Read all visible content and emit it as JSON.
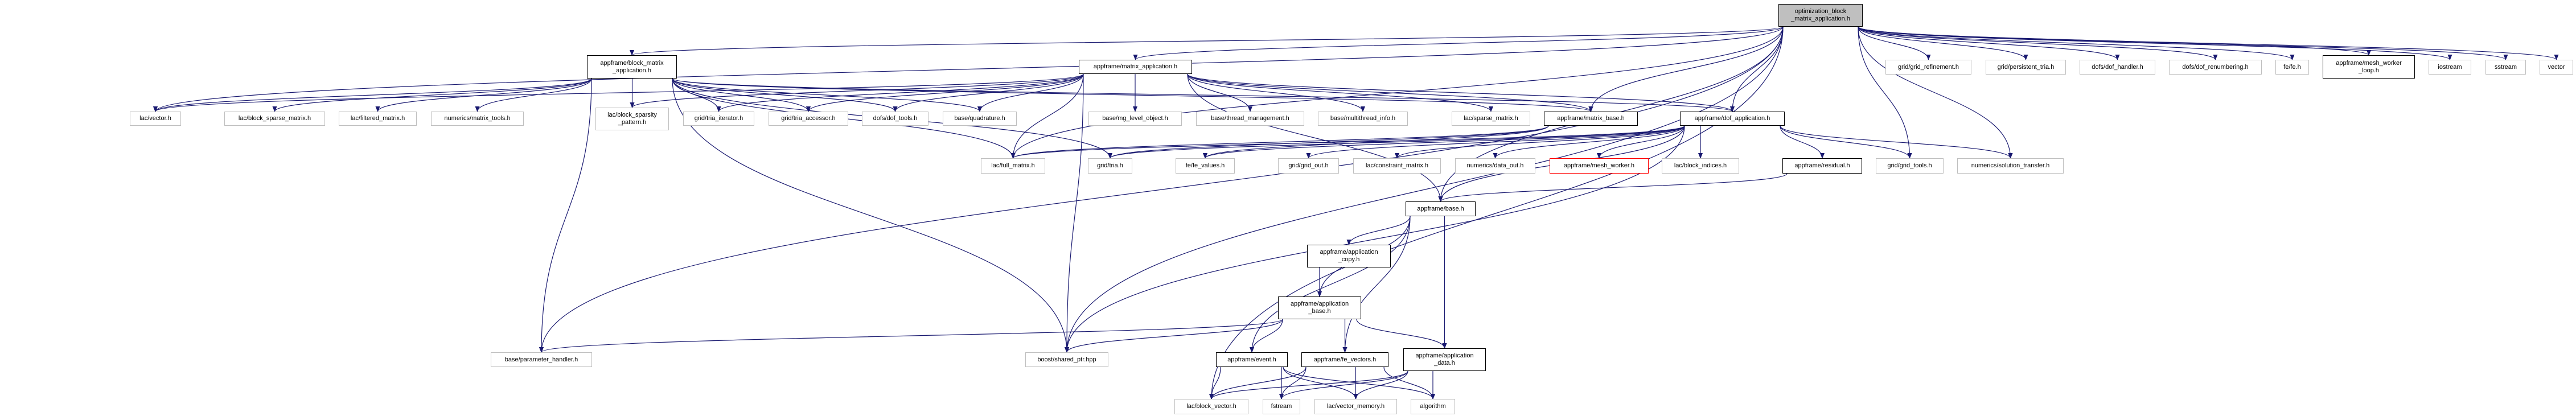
{
  "graph": {
    "edge_color": "#191970",
    "nodes": [
      {
        "id": "root",
        "label": "optimization_block\n_matrix_application.h",
        "style": "root"
      },
      {
        "id": "bma",
        "label": "appframe/block_matrix\n_application.h",
        "style": "doc"
      },
      {
        "id": "ma",
        "label": "appframe/matrix_application.h",
        "style": "doc"
      },
      {
        "id": "mwl",
        "label": "appframe/mesh_worker\n_loop.h",
        "style": "doc"
      },
      {
        "id": "gref",
        "label": "grid/grid_refinement.h",
        "style": "plain"
      },
      {
        "id": "ptria",
        "label": "grid/persistent_tria.h",
        "style": "plain"
      },
      {
        "id": "dh",
        "label": "dofs/dof_handler.h",
        "style": "plain"
      },
      {
        "id": "dr",
        "label": "dofs/dof_renumbering.h",
        "style": "plain"
      },
      {
        "id": "fe",
        "label": "fe/fe.h",
        "style": "plain"
      },
      {
        "id": "ios",
        "label": "iostream",
        "style": "plain"
      },
      {
        "id": "ss",
        "label": "sstream",
        "style": "plain"
      },
      {
        "id": "vec",
        "label": "vector",
        "style": "plain"
      },
      {
        "id": "lvec",
        "label": "lac/vector.h",
        "style": "plain"
      },
      {
        "id": "bsm",
        "label": "lac/block_sparse_matrix.h",
        "style": "plain"
      },
      {
        "id": "fm",
        "label": "lac/filtered_matrix.h",
        "style": "plain"
      },
      {
        "id": "mt",
        "label": "numerics/matrix_tools.h",
        "style": "plain"
      },
      {
        "id": "bsp",
        "label": "lac/block_sparsity\n_pattern.h",
        "style": "plain"
      },
      {
        "id": "ti",
        "label": "grid/tria_iterator.h",
        "style": "plain"
      },
      {
        "id": "ta",
        "label": "grid/tria_accessor.h",
        "style": "plain"
      },
      {
        "id": "dt",
        "label": "dofs/dof_tools.h",
        "style": "plain"
      },
      {
        "id": "q",
        "label": "base/quadrature.h",
        "style": "plain"
      },
      {
        "id": "mg",
        "label": "base/mg_level_object.h",
        "style": "plain"
      },
      {
        "id": "tm",
        "label": "base/thread_management.h",
        "style": "plain"
      },
      {
        "id": "mti",
        "label": "base/multithread_info.h",
        "style": "plain"
      },
      {
        "id": "sm",
        "label": "lac/sparse_matrix.h",
        "style": "plain"
      },
      {
        "id": "mb",
        "label": "appframe/matrix_base.h",
        "style": "doc"
      },
      {
        "id": "da",
        "label": "appframe/dof_application.h",
        "style": "doc"
      },
      {
        "id": "full",
        "label": "lac/full_matrix.h",
        "style": "plain"
      },
      {
        "id": "tria",
        "label": "grid/tria.h",
        "style": "plain"
      },
      {
        "id": "fev",
        "label": "fe/fe_values.h",
        "style": "plain"
      },
      {
        "id": "go",
        "label": "grid/grid_out.h",
        "style": "plain"
      },
      {
        "id": "cm",
        "label": "lac/constraint_matrix.h",
        "style": "plain"
      },
      {
        "id": "dout",
        "label": "numerics/data_out.h",
        "style": "plain"
      },
      {
        "id": "mw",
        "label": "appframe/mesh_worker.h",
        "style": "missing"
      },
      {
        "id": "bi",
        "label": "lac/block_indices.h",
        "style": "plain"
      },
      {
        "id": "res",
        "label": "appframe/residual.h",
        "style": "doc"
      },
      {
        "id": "gt",
        "label": "grid/grid_tools.h",
        "style": "plain"
      },
      {
        "id": "st",
        "label": "numerics/solution_transfer.h",
        "style": "plain"
      },
      {
        "id": "base",
        "label": "appframe/base.h",
        "style": "doc"
      },
      {
        "id": "acopy",
        "label": "appframe/application\n_copy.h",
        "style": "doc"
      },
      {
        "id": "abase",
        "label": "appframe/application\n_base.h",
        "style": "doc"
      },
      {
        "id": "ph",
        "label": "base/parameter_handler.h",
        "style": "plain"
      },
      {
        "id": "sp",
        "label": "boost/shared_ptr.hpp",
        "style": "plain"
      },
      {
        "id": "ev",
        "label": "appframe/event.h",
        "style": "doc"
      },
      {
        "id": "fv",
        "label": "appframe/fe_vectors.h",
        "style": "doc"
      },
      {
        "id": "ad",
        "label": "appframe/application\n_data.h",
        "style": "doc"
      },
      {
        "id": "bv",
        "label": "lac/block_vector.h",
        "style": "plain"
      },
      {
        "id": "fs",
        "label": "fstream",
        "style": "plain"
      },
      {
        "id": "vm",
        "label": "lac/vector_memory.h",
        "style": "plain"
      },
      {
        "id": "alg",
        "label": "algorithm",
        "style": "plain"
      }
    ],
    "edges": [
      [
        "root",
        "bma"
      ],
      [
        "root",
        "ma"
      ],
      [
        "root",
        "mb"
      ],
      [
        "root",
        "da"
      ],
      [
        "root",
        "mwl"
      ],
      [
        "root",
        "gref"
      ],
      [
        "root",
        "ptria"
      ],
      [
        "root",
        "dh"
      ],
      [
        "root",
        "dr"
      ],
      [
        "root",
        "fe"
      ],
      [
        "root",
        "ios"
      ],
      [
        "root",
        "ss"
      ],
      [
        "root",
        "vec"
      ],
      [
        "root",
        "lvec"
      ],
      [
        "root",
        "ph"
      ],
      [
        "root",
        "sp"
      ],
      [
        "root",
        "bv"
      ],
      [
        "root",
        "gt"
      ],
      [
        "root",
        "st"
      ],
      [
        "root",
        "base"
      ],
      [
        "root",
        "full"
      ],
      [
        "bma",
        "lvec"
      ],
      [
        "bma",
        "bsm"
      ],
      [
        "bma",
        "fm"
      ],
      [
        "bma",
        "mt"
      ],
      [
        "bma",
        "bsp"
      ],
      [
        "bma",
        "ti"
      ],
      [
        "bma",
        "ta"
      ],
      [
        "bma",
        "dt"
      ],
      [
        "bma",
        "q"
      ],
      [
        "bma",
        "mb"
      ],
      [
        "bma",
        "da"
      ],
      [
        "bma",
        "full"
      ],
      [
        "bma",
        "tria"
      ],
      [
        "bma",
        "sp"
      ],
      [
        "bma",
        "ph"
      ],
      [
        "ma",
        "bsp"
      ],
      [
        "ma",
        "ti"
      ],
      [
        "ma",
        "ta"
      ],
      [
        "ma",
        "dt"
      ],
      [
        "ma",
        "q"
      ],
      [
        "ma",
        "mg"
      ],
      [
        "ma",
        "tm"
      ],
      [
        "ma",
        "mti"
      ],
      [
        "ma",
        "sm"
      ],
      [
        "ma",
        "mb"
      ],
      [
        "ma",
        "da"
      ],
      [
        "ma",
        "full"
      ],
      [
        "ma",
        "sp"
      ],
      [
        "ma",
        "base"
      ],
      [
        "ma",
        "lvec"
      ],
      [
        "mb",
        "full"
      ],
      [
        "mb",
        "tria"
      ],
      [
        "mb",
        "fev"
      ],
      [
        "da",
        "tria"
      ],
      [
        "da",
        "fev"
      ],
      [
        "da",
        "go"
      ],
      [
        "da",
        "cm"
      ],
      [
        "da",
        "dout"
      ],
      [
        "da",
        "mw"
      ],
      [
        "da",
        "bi"
      ],
      [
        "da",
        "res"
      ],
      [
        "da",
        "gt"
      ],
      [
        "da",
        "st"
      ],
      [
        "da",
        "base"
      ],
      [
        "da",
        "full"
      ],
      [
        "da",
        "sp"
      ],
      [
        "res",
        "base"
      ],
      [
        "base",
        "acopy"
      ],
      [
        "base",
        "abase"
      ],
      [
        "base",
        "ev"
      ],
      [
        "base",
        "fv"
      ],
      [
        "base",
        "ad"
      ],
      [
        "acopy",
        "abase"
      ],
      [
        "abase",
        "ev"
      ],
      [
        "abase",
        "fv"
      ],
      [
        "abase",
        "ad"
      ],
      [
        "abase",
        "sp"
      ],
      [
        "abase",
        "ph"
      ],
      [
        "ev",
        "bv"
      ],
      [
        "ev",
        "fs"
      ],
      [
        "ev",
        "vm"
      ],
      [
        "ev",
        "alg"
      ],
      [
        "fv",
        "bv"
      ],
      [
        "fv",
        "fs"
      ],
      [
        "fv",
        "vm"
      ],
      [
        "fv",
        "alg"
      ],
      [
        "ad",
        "bv"
      ],
      [
        "ad",
        "fs"
      ],
      [
        "ad",
        "vm"
      ],
      [
        "ad",
        "alg"
      ]
    ]
  }
}
